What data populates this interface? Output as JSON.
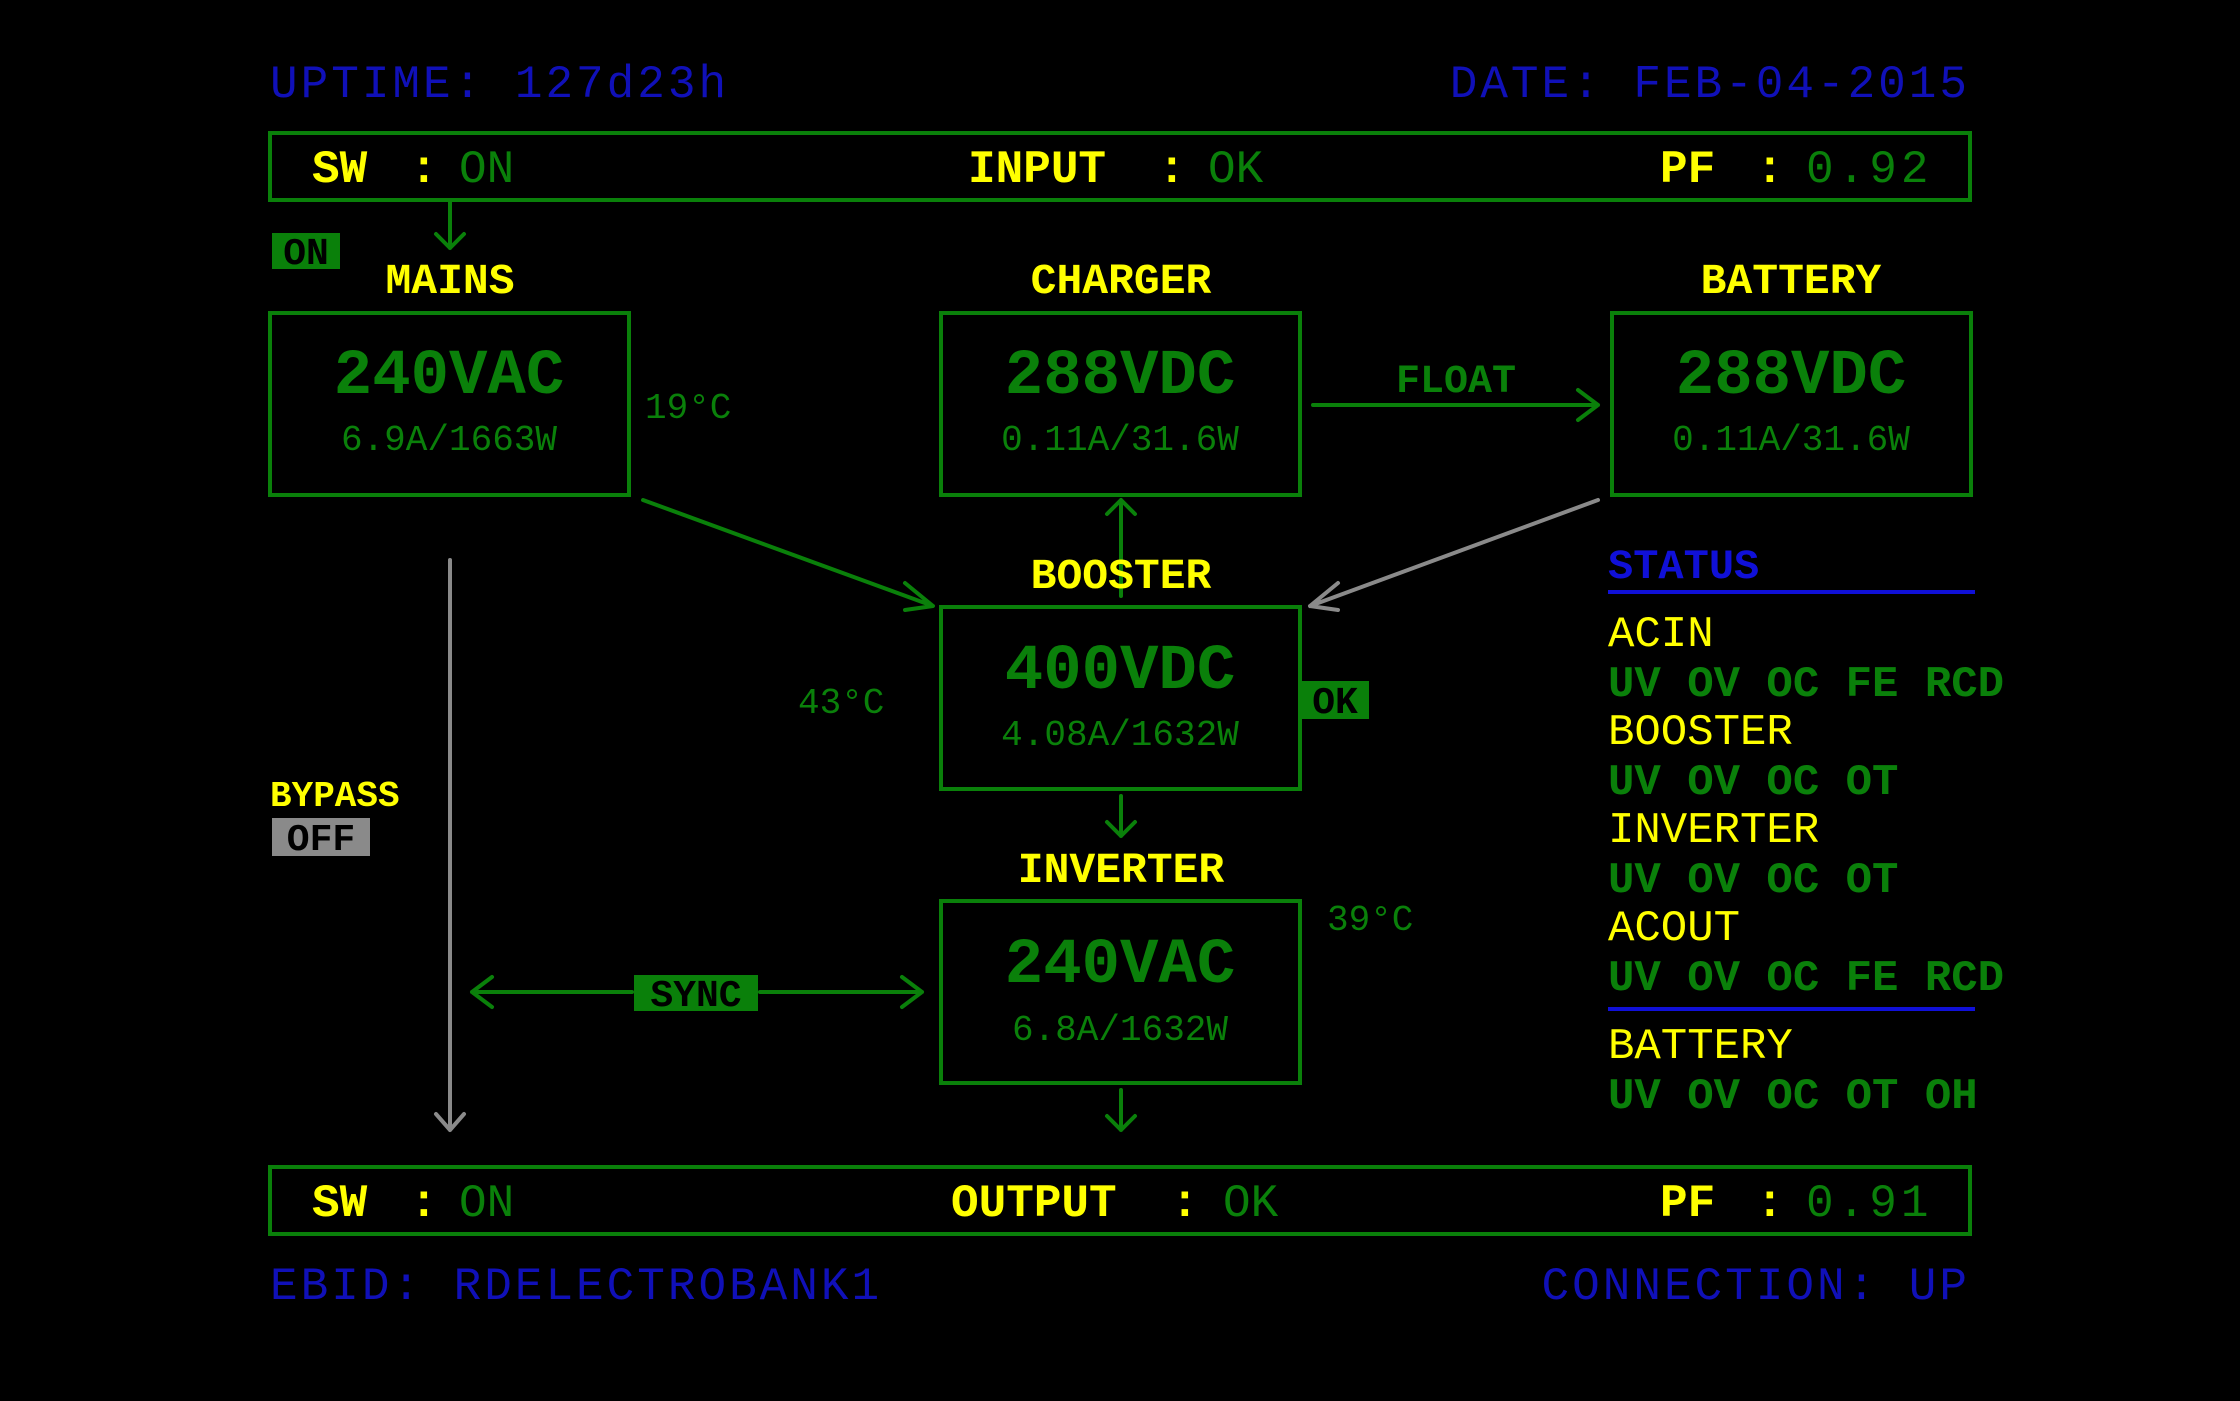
{
  "header": {
    "uptime": "UPTIME: 127d23h",
    "date": "DATE: FEB-04-2015"
  },
  "input_bar": {
    "sw_label": "SW",
    "sw_sep": ":",
    "sw_value": "ON",
    "status_label": "INPUT",
    "status_sep": ":",
    "status_value": "OK",
    "pf_label": "PF",
    "pf_sep": ":",
    "pf_value": "0.92"
  },
  "output_bar": {
    "sw_label": "SW",
    "sw_sep": ":",
    "sw_value": "ON",
    "status_label": "OUTPUT",
    "status_sep": ":",
    "status_value": "OK",
    "pf_label": "PF",
    "pf_sep": ":",
    "pf_value": "0.91"
  },
  "mains": {
    "title": "MAINS",
    "main": "240VAC",
    "sub": "6.9A/1663W",
    "temp": "19°C",
    "tag": "ON"
  },
  "charger": {
    "title": "CHARGER",
    "main": "288VDC",
    "sub": "0.11A/31.6W",
    "flow_label": "FLOAT"
  },
  "battery": {
    "title": "BATTERY",
    "main": "288VDC",
    "sub": "0.11A/31.6W"
  },
  "booster": {
    "title": "BOOSTER",
    "main": "400VDC",
    "sub": "4.08A/1632W",
    "temp": "43°C",
    "tag": "OK"
  },
  "inverter": {
    "title": "INVERTER",
    "main": "240VAC",
    "sub": "6.8A/1632W",
    "temp": "39°C",
    "sync_label": "SYNC"
  },
  "bypass": {
    "label": "BYPASS",
    "state": "OFF"
  },
  "status": {
    "title": "STATUS",
    "groups": [
      {
        "name": "ACIN",
        "flags": "UV OV OC FE RCD"
      },
      {
        "name": "BOOSTER",
        "flags": "UV OV OC OT"
      },
      {
        "name": "INVERTER",
        "flags": "UV OV OC OT"
      },
      {
        "name": "ACOUT",
        "flags": "UV OV OC FE RCD"
      },
      {
        "name": "BATTERY",
        "flags": "UV OV OC OT OH"
      }
    ]
  },
  "footer": {
    "ebid": "EBID: RDELECTROBANK1",
    "connection": "CONNECTION: UP"
  },
  "colors": {
    "background": "#000000",
    "label_yellow": "#ffff00",
    "value_green": "#0a800a",
    "info_blue": "#1010b8",
    "bypass_grey": "#8a8a8a"
  }
}
